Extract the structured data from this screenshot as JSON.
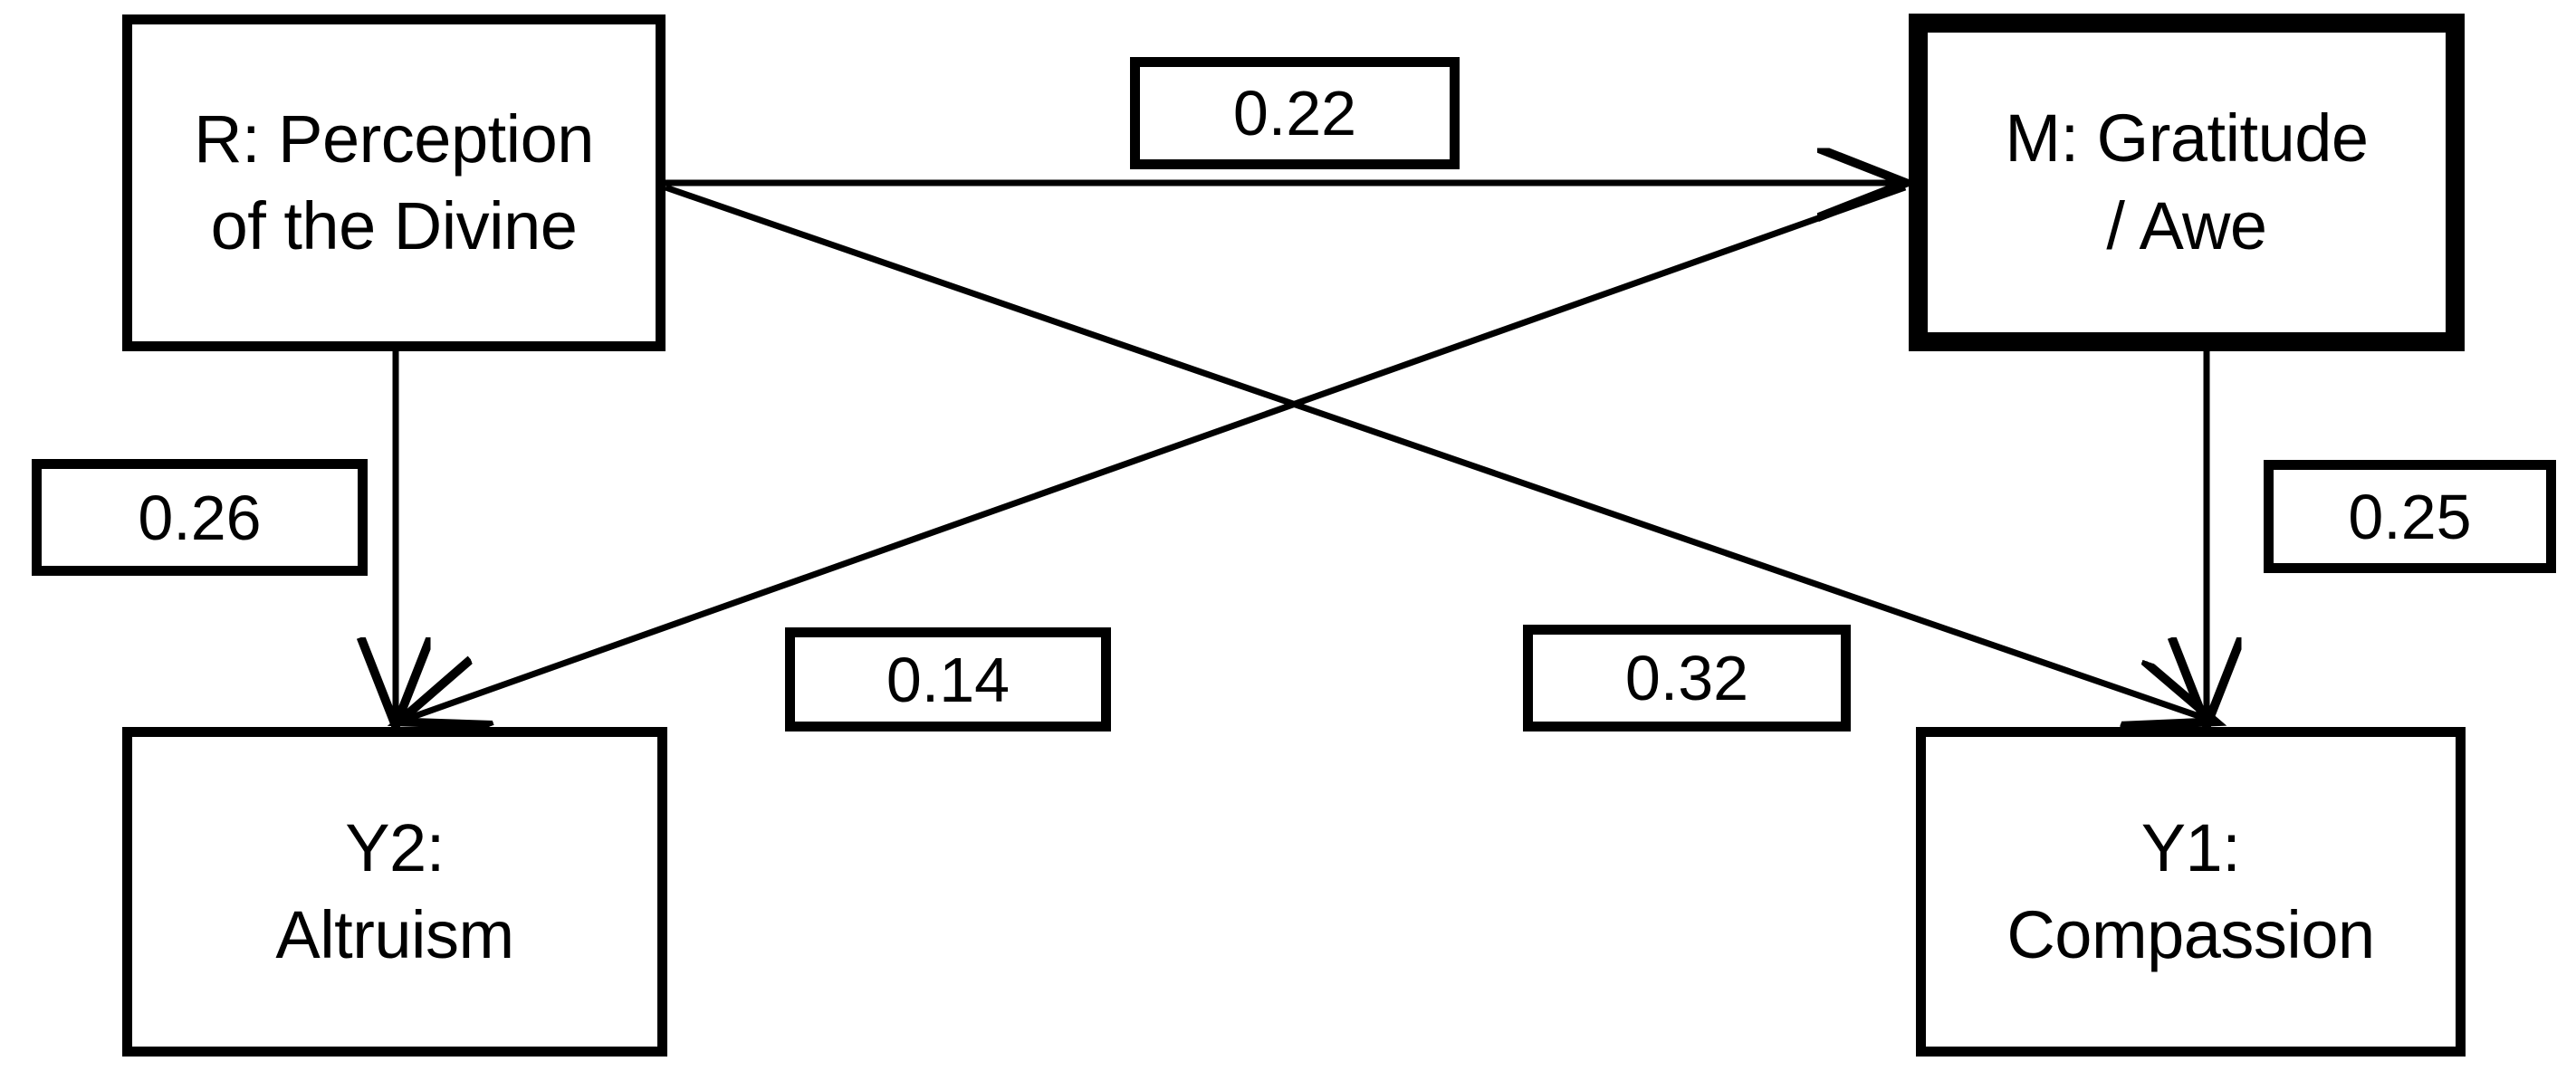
{
  "diagram": {
    "type": "path-model",
    "title": "",
    "background_color": "#ffffff",
    "line_color": "#000000",
    "nodes": [
      {
        "id": "R",
        "name": "perception-of-the-divine",
        "line1": "R: Perception",
        "line2": "of the Divine",
        "emphasized": false
      },
      {
        "id": "M",
        "name": "gratitude-awe",
        "line1": "M: Gratitude",
        "line2": "/ Awe",
        "emphasized": true
      },
      {
        "id": "Y2",
        "name": "altruism",
        "line1": "Y2:",
        "line2": "Altruism",
        "emphasized": false
      },
      {
        "id": "Y1",
        "name": "compassion",
        "line1": "Y1:",
        "line2": "Compassion",
        "emphasized": false
      }
    ],
    "paths": [
      {
        "id": "R_to_M",
        "from": "R",
        "to": "M",
        "coefficient": "0.22",
        "name": "path-r-to-m"
      },
      {
        "id": "R_to_Y2",
        "from": "R",
        "to": "Y2",
        "coefficient": "0.26",
        "name": "path-r-to-y2"
      },
      {
        "id": "M_to_Y2",
        "from": "M",
        "to": "Y2",
        "coefficient": "0.14",
        "name": "path-m-to-y2"
      },
      {
        "id": "R_to_Y1",
        "from": "R",
        "to": "Y1",
        "coefficient": "0.32",
        "name": "path-r-to-y1"
      },
      {
        "id": "M_to_Y1",
        "from": "M",
        "to": "Y1",
        "coefficient": "0.25",
        "name": "path-m-to-y1"
      }
    ]
  }
}
